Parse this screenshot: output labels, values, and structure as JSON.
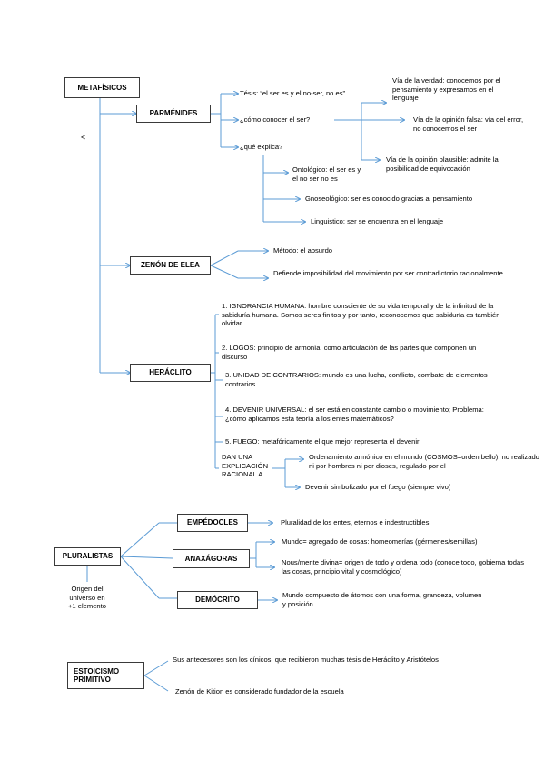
{
  "metafisicos": {
    "title": "METAFÍSICOS",
    "marker": "<",
    "parmenides": {
      "title": "PARMÉNIDES",
      "tesis": "Tésis: “el ser es y el no-ser, no es”",
      "conocer": "¿cómo conocer el ser?",
      "via_verdad": "Vía de la verdad: conocemos por el pensamiento y expresamos en el lenguaje",
      "via_opinion_falsa": "Vía de la opinión falsa: vía del error, no conocemos el ser",
      "via_opinion_plausible": "Vía de la opinión plausible: admite la posibilidad de equivocación",
      "explica": "¿qué explica?",
      "ontologico": "Ontológico: el ser es y el no ser no es",
      "gnoseologico": "Gnoseológico: ser es conocido gracias al pensamiento",
      "linguistico": "Linguistico: ser se encuentra en el lenguaje"
    },
    "zenon": {
      "title": "ZENÓN DE ELEA",
      "metodo": "Método: el absurdo",
      "defiende": "Defiende imposibilidad del movimiento por ser contradictorio racionalmente"
    },
    "heraclito": {
      "title": "HERÁCLITO",
      "p1": "1. IGNORANCIA HUMANA: hombre consciente de su vida temporal y de la infinitud de la sabiduría humana. Somos seres finitos y por tanto, reconocemos que sabiduría es también olvidar",
      "p2": "2. LOGOS: principio de armonía, como articulación de las partes que componen un discurso",
      "p3": "3. UNIDAD DE CONTRARIOS: mundo es una lucha, conflicto, combate de elementos contrarios",
      "p4": "4. DEVENIR UNIVERSAL: el ser está en constante cambio o movimiento; Problema: ¿cómo aplicamos esta teoría a los entes matemáticos?",
      "p5": "5. FUEGO: metafóricamente el que mejor representa el devenir",
      "explicacion": "DAN UNA EXPLICACIÓN RACIONAL A",
      "orden": "Ordenamiento armónico en el mundo (COSMOS=orden bello); no realizado ni por hombres ni por dioses, regulado por el",
      "devenir": "Devenir simbolizado por el fuego (siempre vivo)"
    }
  },
  "pluralistas": {
    "title": "PLURALISTAS",
    "origen": "Origen del universo en +1 elemento",
    "empedocles": {
      "title": "EMPÉDOCLES",
      "text": "Pluralidad de los entes, eternos e indestructibles"
    },
    "anaxagoras": {
      "title": "ANAXÁGORAS",
      "mundo": "Mundo= agregado de cosas: homeomerías (gérmenes/semillas)",
      "nous": "Nous/mente divina= origen de todo y ordena todo (conoce todo, gobierna todas las cosas, principio vital y cosmológico)"
    },
    "democrito": {
      "title": "DEMÓCRITO",
      "text": "Mundo compuesto de átomos con una forma, grandeza, volumen y posición"
    }
  },
  "estoicismo": {
    "title": "ESTOICISMO PRIMITIVO",
    "antecesores": "Sus antecesores son los cínicos, que recibieron muchas tésis de Heráclito y Aristótelos",
    "zenon_kition": "Zenón de Kition es considerado fundador de la escuela"
  },
  "colors": {
    "line": "#5b9bd5",
    "box_border": "#3a3a3a"
  }
}
